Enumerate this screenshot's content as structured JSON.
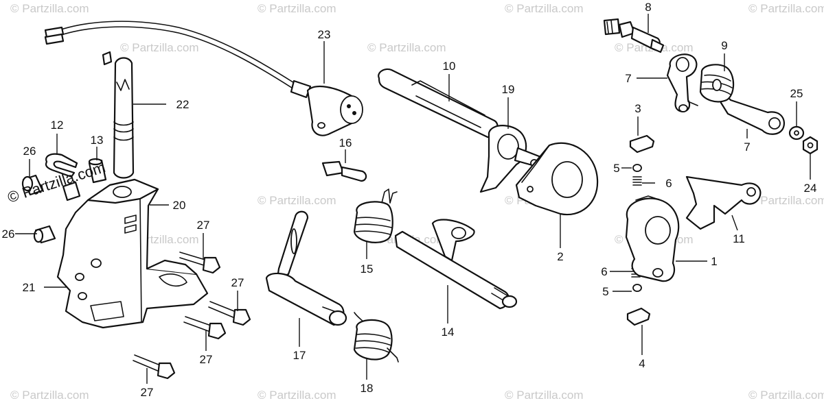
{
  "watermark": {
    "text": "© Partzilla.com"
  },
  "brand_stamp": {
    "text": "© Partzilla.com"
  },
  "callouts": [
    {
      "id": "c1",
      "label": "1"
    },
    {
      "id": "c2",
      "label": "2"
    },
    {
      "id": "c3",
      "label": "3"
    },
    {
      "id": "c4",
      "label": "4"
    },
    {
      "id": "c5a",
      "label": "5"
    },
    {
      "id": "c5b",
      "label": "5"
    },
    {
      "id": "c6a",
      "label": "6"
    },
    {
      "id": "c6b",
      "label": "6"
    },
    {
      "id": "c7a",
      "label": "7"
    },
    {
      "id": "c7b",
      "label": "7"
    },
    {
      "id": "c8",
      "label": "8"
    },
    {
      "id": "c9",
      "label": "9"
    },
    {
      "id": "c10",
      "label": "10"
    },
    {
      "id": "c11",
      "label": "11"
    },
    {
      "id": "c12",
      "label": "12"
    },
    {
      "id": "c13",
      "label": "13"
    },
    {
      "id": "c14",
      "label": "14"
    },
    {
      "id": "c15",
      "label": "15"
    },
    {
      "id": "c16",
      "label": "16"
    },
    {
      "id": "c17",
      "label": "17"
    },
    {
      "id": "c18",
      "label": "18"
    },
    {
      "id": "c19",
      "label": "19"
    },
    {
      "id": "c20",
      "label": "20"
    },
    {
      "id": "c21",
      "label": "21"
    },
    {
      "id": "c22",
      "label": "22"
    },
    {
      "id": "c23",
      "label": "23"
    },
    {
      "id": "c24",
      "label": "24"
    },
    {
      "id": "c25",
      "label": "25"
    },
    {
      "id": "c26a",
      "label": "26"
    },
    {
      "id": "c26b",
      "label": "26"
    },
    {
      "id": "c27a",
      "label": "27"
    },
    {
      "id": "c27b",
      "label": "27"
    },
    {
      "id": "c27c",
      "label": "27"
    },
    {
      "id": "c27d",
      "label": "27"
    }
  ]
}
